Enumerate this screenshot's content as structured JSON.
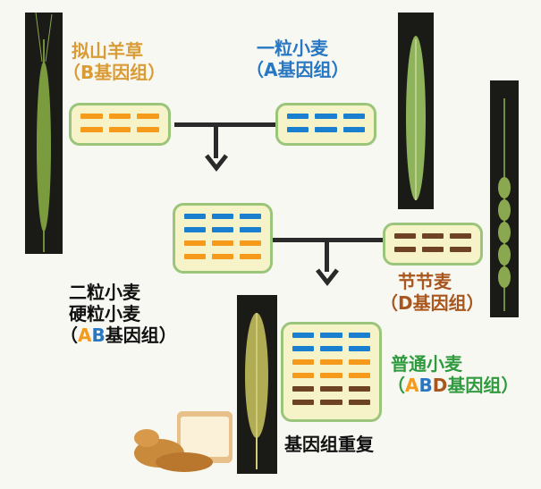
{
  "colors": {
    "A": "#1a7fcf",
    "B": "#f59a1b",
    "D": "#6e4324",
    "label_B": "#d99b35",
    "label_A": "#2877c2",
    "label_D": "#a8561e",
    "label_ABD": "#2f9b3e",
    "label_black": "#111111",
    "box_fill": "#f6f3c9",
    "box_border": "#9bc57b"
  },
  "species": {
    "b": {
      "name": "拟山羊草",
      "genome": "（B基因组）"
    },
    "a": {
      "name": "一粒小麦",
      "genome": "（A基因组）"
    },
    "d": {
      "name": "节节麦",
      "genome": "（D基因组）"
    },
    "ab": {
      "name1": "二粒小麦",
      "name2": "硬粒小麦",
      "genome_open": "（",
      "genome_a": "A",
      "genome_b": "B",
      "genome_rest": "基因组）"
    },
    "abd": {
      "name": "普通小麦",
      "genome_open": "（",
      "genome_a": "A",
      "genome_b": "B",
      "genome_d": "D",
      "genome_rest": "基因组）"
    }
  },
  "caption": "基因组重复",
  "icons": [
    "wheat-ear-icon",
    "bread-icon",
    "arrow-down-icon"
  ]
}
